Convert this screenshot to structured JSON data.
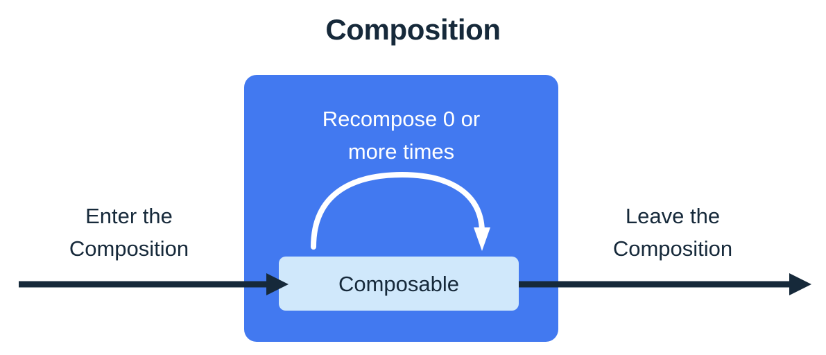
{
  "diagram": {
    "title": "Composition",
    "container": {
      "name": "Composition",
      "fill_color": "#4279f0",
      "recompose_label": "Recompose 0 or\nmore times",
      "recompose_label_color": "#ffffff"
    },
    "node": {
      "label": "Composable",
      "fill_color": "#d0e8fb",
      "text_color": "#16293a"
    },
    "flows": [
      {
        "id": "enter",
        "label": "Enter the\nComposition",
        "direction": "right",
        "color": "#16293a"
      },
      {
        "id": "leave",
        "label": "Leave the\nComposition",
        "direction": "right",
        "color": "#16293a"
      }
    ],
    "loop_arrow": {
      "name": "recompose-loop",
      "color": "#ffffff",
      "direction": "clockwise"
    },
    "colors": {
      "background": "#ffffff",
      "accent_blue": "#4279f0",
      "light_blue": "#d0e8fb",
      "ink": "#16293a",
      "white": "#ffffff"
    }
  }
}
